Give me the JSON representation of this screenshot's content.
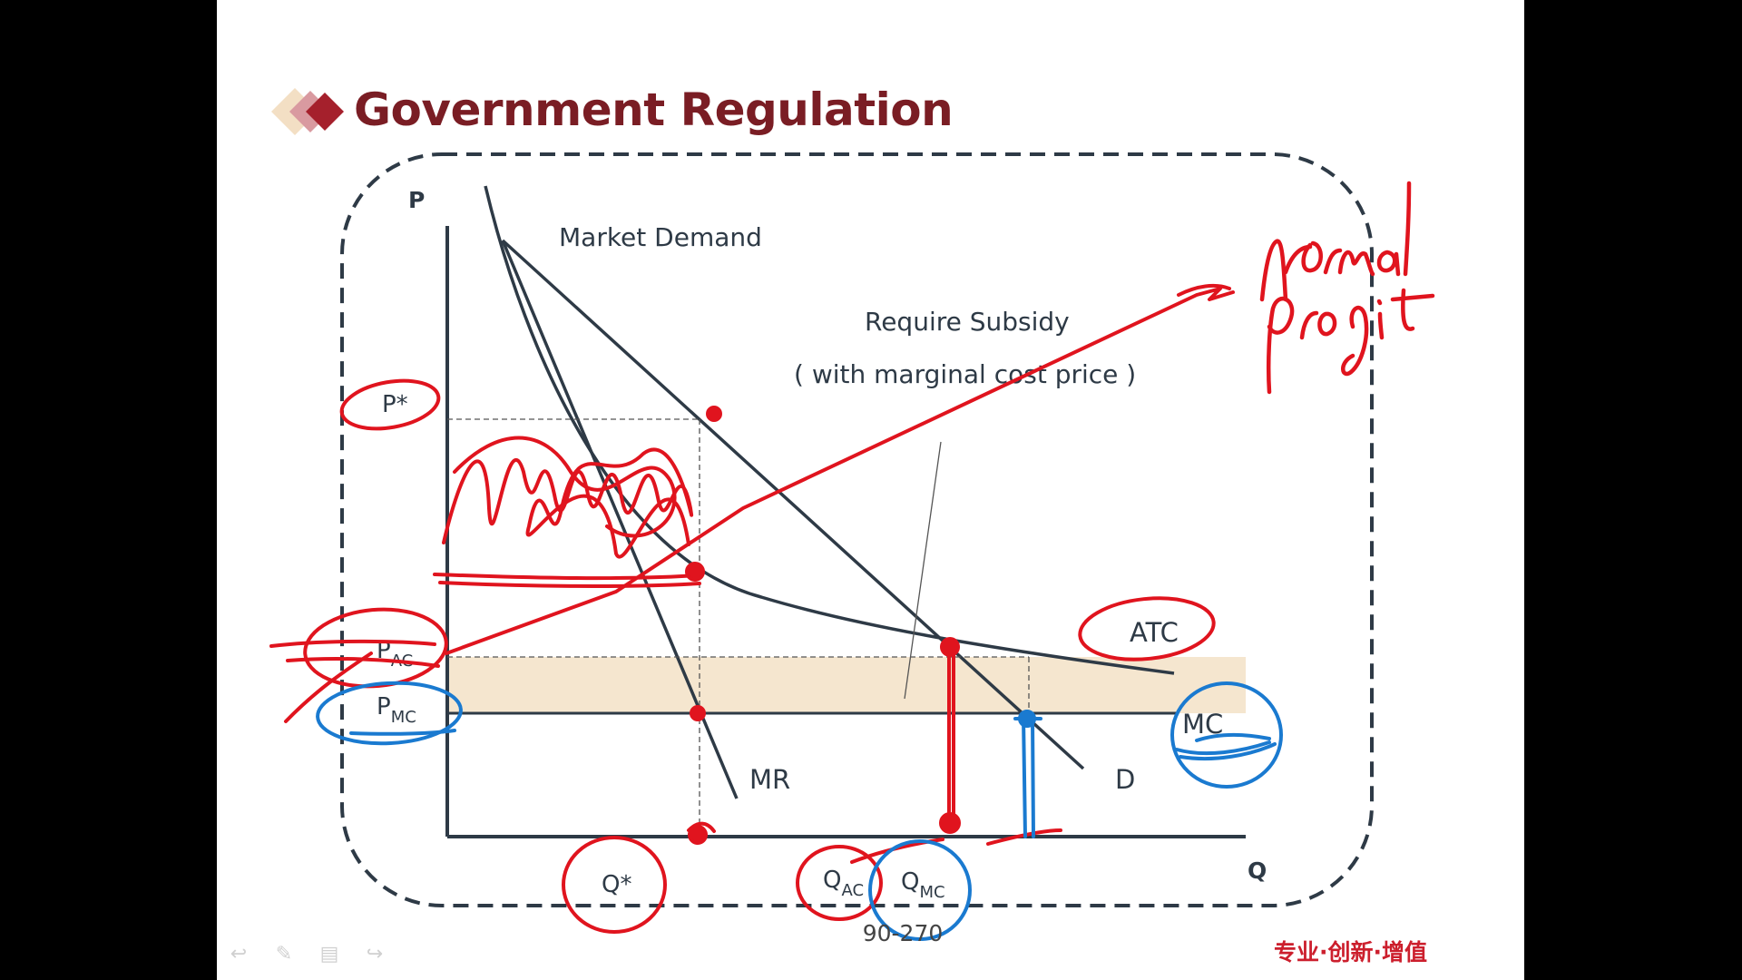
{
  "slide": {
    "title": "Government Regulation",
    "page_number": "90-270",
    "footer_slogan": "专业·创新·增值"
  },
  "diagram": {
    "axis_y_label": "P",
    "axis_x_label": "Q",
    "curve_labels": {
      "market_demand": "Market Demand",
      "require_subsidy": "Require Subsidy",
      "subsidy_note": "( with marginal cost price )",
      "atc": "ATC",
      "mc": "MC",
      "mr": "MR",
      "d": "D"
    },
    "price_labels": {
      "p_star": "P*",
      "p_ac_main": "P",
      "p_ac_sub": "AC",
      "p_mc_main": "P",
      "p_mc_sub": "MC"
    },
    "quantity_labels": {
      "q_star": "Q*",
      "q_ac_main": "Q",
      "q_ac_sub": "AC",
      "q_mc_main": "Q",
      "q_mc_sub": "MC"
    },
    "subsidy_fill_color": "#f5e6cf",
    "line_color": "#2e3a46"
  },
  "annotations": {
    "handwritten_note": "normal profit",
    "ink_red": "#e0141e",
    "ink_blue": "#1a7ad0"
  },
  "nav_icons": [
    "back-arrow-icon",
    "pen-icon",
    "menu-icon",
    "forward-arrow-icon"
  ]
}
